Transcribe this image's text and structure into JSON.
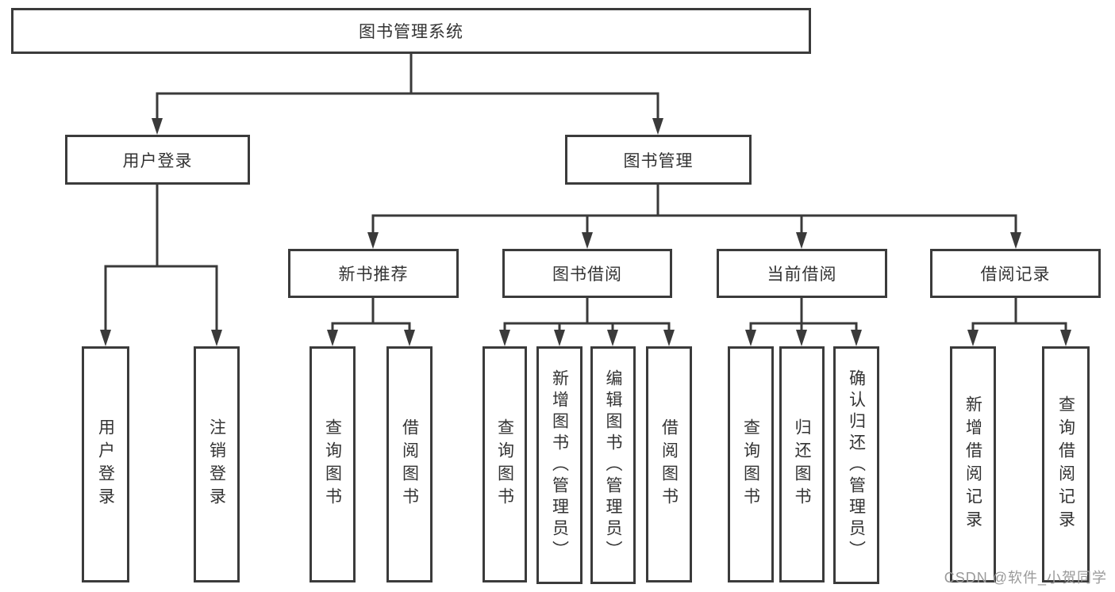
{
  "tree": {
    "root": "图书管理系统",
    "level1": [
      {
        "label": "用户登录",
        "children": [
          "用户登录",
          "注销登录"
        ]
      },
      {
        "label": "图书管理",
        "children": [
          {
            "label": "新书推荐",
            "children": [
              "查询图书",
              "借阅图书"
            ]
          },
          {
            "label": "图书借阅",
            "children": [
              "查询图书",
              "新增图书（管理员）",
              "编辑图书（管理员）",
              "借阅图书"
            ]
          },
          {
            "label": "当前借阅",
            "children": [
              "查询图书",
              "归还图书",
              "确认归还（管理员）"
            ]
          },
          {
            "label": "借阅记录",
            "children": [
              "新增借阅记录",
              "查询借阅记录"
            ]
          }
        ]
      }
    ]
  },
  "watermark": "CSDN @软件_小贺同学",
  "colors": {
    "line": "#3a3a3a",
    "border": "#3b3b3b",
    "text": "#333333",
    "watermark": "#9a9a9a"
  }
}
